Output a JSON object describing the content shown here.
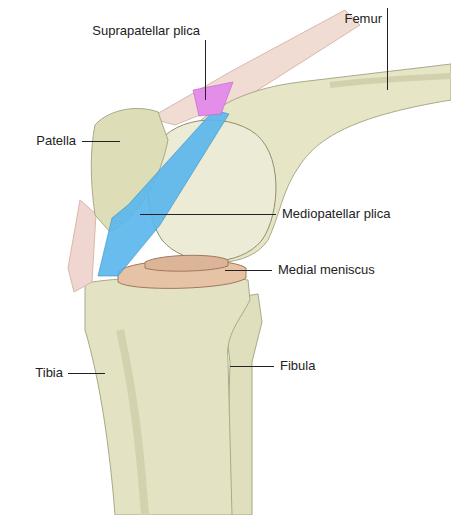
{
  "diagram": {
    "labels": [
      "Suprapatellar plica",
      "Femur",
      "Patella",
      "Mediopatellar plica",
      "Medial meniscus",
      "Tibia",
      "Fibula"
    ]
  }
}
